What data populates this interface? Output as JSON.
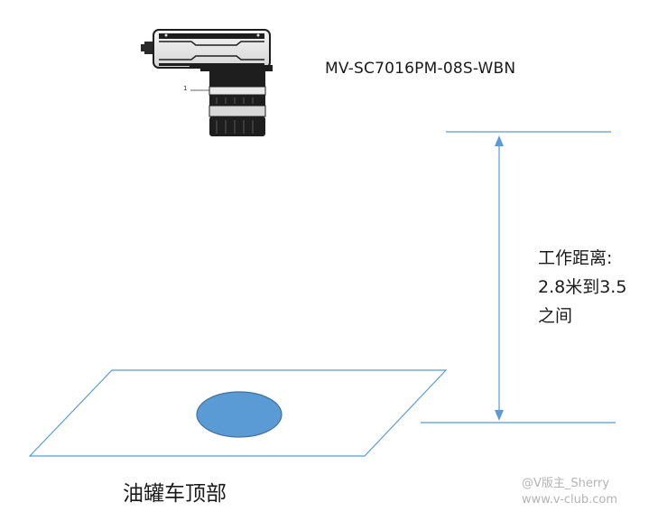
{
  "camera": {
    "model": "MV-SC7016PM-08S-WBN",
    "lens_mark": "1",
    "icon": "industrial-camera-icon"
  },
  "working_distance": {
    "line1": "工作距离:",
    "line2": "2.8米到3.5",
    "line3": "之间"
  },
  "target": {
    "label": "油罐车顶部",
    "icon": "tank-hatch-ellipse"
  },
  "watermark": {
    "line1": "@V版主_Sherry",
    "line2": "www.v-club.com"
  },
  "colors": {
    "line": "#5b9bd5",
    "ellipse_fill": "#5b9bd5",
    "ellipse_stroke": "#41719c",
    "camera_dark": "#1e1e1e",
    "text": "#1a1a1a",
    "watermark": "#b4b4b4"
  }
}
